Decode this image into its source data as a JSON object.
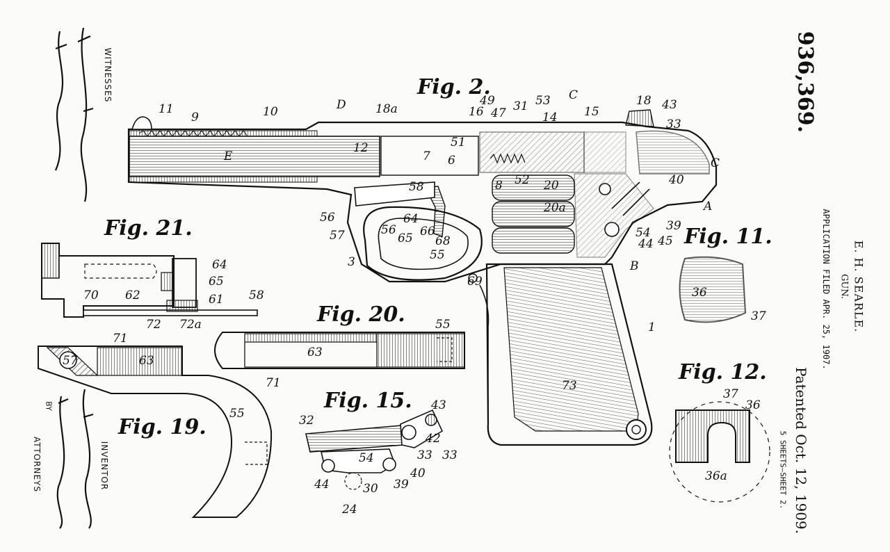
{
  "patent": {
    "number": "936,369.",
    "inventor_name": "E. H. SEARLE.",
    "title": "GUN.",
    "application_filed": "APPLICATION FILED APR. 25, 1907.",
    "patented_date": "Patented Oct. 12, 1909.",
    "sheets": "5 SHEETS—SHEET 2."
  },
  "margin_labels": {
    "witnesses": "WITNESSES",
    "inventor": "INVENTOR",
    "by": "BY",
    "attorneys": "ATTORNEYS"
  },
  "figures": {
    "fig2": "Fig. 2.",
    "fig11": "Fig. 11.",
    "fig12": "Fig. 12.",
    "fig15": "Fig. 15.",
    "fig19": "Fig. 19.",
    "fig20": "Fig. 20.",
    "fig21": "Fig. 21."
  },
  "reference_labels": {
    "fig2": [
      "11",
      "9",
      "10",
      "D",
      "18a",
      "C",
      "16",
      "49",
      "47",
      "31",
      "53",
      "14",
      "15",
      "18",
      "43",
      "33",
      "C",
      "E",
      "12",
      "51",
      "6",
      "7",
      "58",
      "8",
      "52",
      "20",
      "40",
      "20a",
      "A",
      "39",
      "56",
      "57",
      "56",
      "64",
      "65",
      "66",
      "68",
      "55",
      "3",
      "54",
      "44",
      "45",
      "B",
      "69",
      "1",
      "73"
    ],
    "fig11": [
      "36",
      "37"
    ],
    "fig12": [
      "37",
      "36",
      "36a"
    ],
    "fig15": [
      "32",
      "43",
      "42",
      "33",
      "33",
      "54",
      "44",
      "30",
      "39",
      "40",
      "24"
    ],
    "fig19": [
      "71",
      "63",
      "57",
      "55"
    ],
    "fig20": [
      "55",
      "63",
      "71"
    ],
    "fig21": [
      "64",
      "65",
      "70",
      "62",
      "61",
      "58",
      "72",
      "72a"
    ]
  }
}
